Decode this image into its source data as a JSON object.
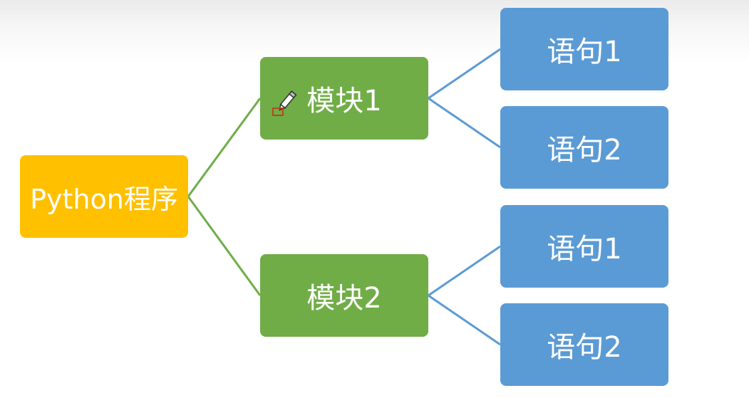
{
  "colors": {
    "root": "#ffc000",
    "module": "#70ad47",
    "statement": "#5b9bd5",
    "module_connector": "#70ad47",
    "statement_connector": "#5b9bd5"
  },
  "diagram": {
    "root": {
      "label": "Python程序"
    },
    "modules": [
      {
        "label": "模块1",
        "statements": [
          {
            "label": "语句1"
          },
          {
            "label": "语句2"
          }
        ]
      },
      {
        "label": "模块2",
        "statements": [
          {
            "label": "语句1"
          },
          {
            "label": "语句2"
          }
        ]
      }
    ]
  },
  "overlay": {
    "cursor_icon": "pencil-cursor-icon"
  }
}
